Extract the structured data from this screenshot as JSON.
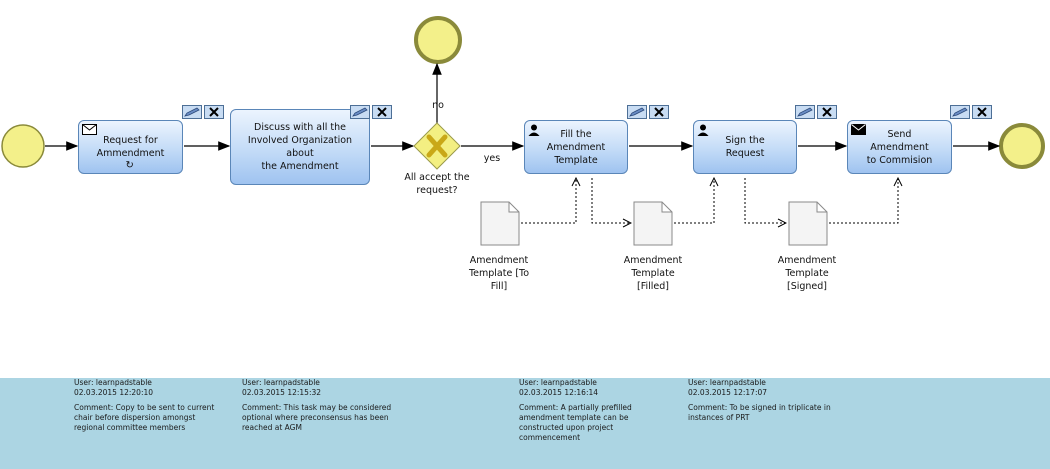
{
  "diagram": {
    "tasks": [
      {
        "id": "request",
        "label": "Request for\nAmmendment",
        "icon": "envelope-outline-icon",
        "loop": true
      },
      {
        "id": "discuss",
        "label": "Discuss with all the\nInvolved Organization about\nthe Amendment"
      },
      {
        "id": "fill",
        "label": "Fill the\nAmendment\nTemplate",
        "icon": "user-icon"
      },
      {
        "id": "sign",
        "label": "Sign the\nRequest",
        "icon": "user-icon"
      },
      {
        "id": "send",
        "label": "Send\nAmendment\nto Commision",
        "icon": "envelope-filled-icon"
      }
    ],
    "gateway": {
      "label": "All accept the\nrequest?",
      "yes_label": "yes",
      "no_label": "no"
    },
    "documents": [
      {
        "id": "tofill",
        "label": "Amendment\nTemplate [To\nFill]"
      },
      {
        "id": "filled",
        "label": "Amendment\nTemplate\n[Filled]"
      },
      {
        "id": "signed",
        "label": "Amendment\nTemplate\n[Signed]"
      }
    ],
    "colors": {
      "event_fill": "#f3f08a",
      "event_stroke": "#8a8a3a",
      "task_border": "#5a86b8",
      "gateway_fill": "#f3ef82",
      "notes_bg": "#acd5e3"
    }
  },
  "notes": [
    {
      "user": "User: learnpadstable",
      "timestamp": "02.03.2015 12:20:10",
      "comment": "Comment: Copy to be sent to current chair before dispersion amongst regional committee members"
    },
    {
      "user": "User: learnpadstable",
      "timestamp": "02.03.2015 12:15:32",
      "comment": "Comment: This task may be considered optional where preconsensus has been reached at AGM"
    },
    {
      "user": "User: learnpadstable",
      "timestamp": "02.03.2015 12:16:14",
      "comment": "Comment: A partially prefilled amendment template can be constructed upon project commencement"
    },
    {
      "user": "User: learnpadstable",
      "timestamp": "02.03.2015 12:17:07",
      "comment": "Comment: To be signed in triplicate in instances of PRT"
    }
  ]
}
